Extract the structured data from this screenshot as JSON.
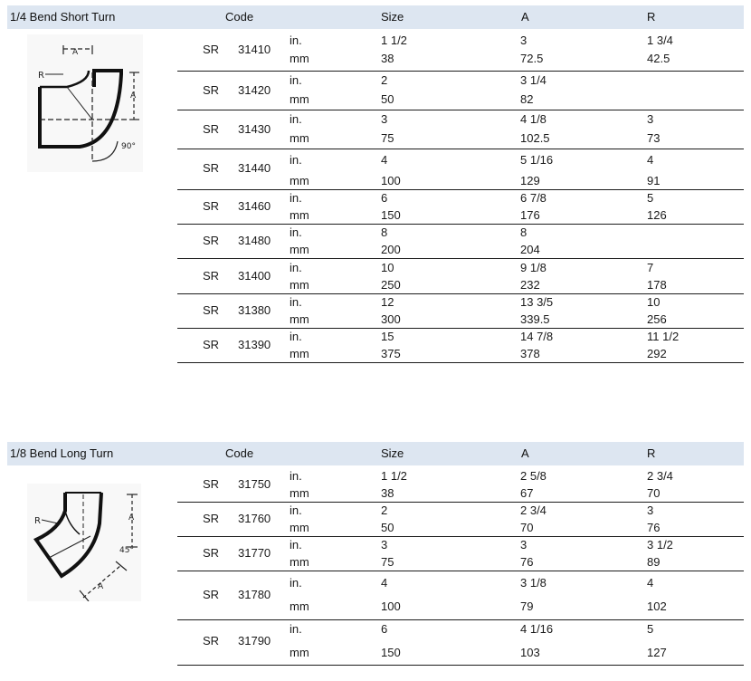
{
  "headers": {
    "code": "Code",
    "size": "Size",
    "a": "A",
    "r": "R"
  },
  "sections": [
    {
      "title": "1/4 Bend Short Turn",
      "diagram_label_r": "R",
      "diagram_label_a": "A",
      "diagram_angle": "90°",
      "rows": [
        {
          "prefix": "SR",
          "code": "31410",
          "in_unit": "in.",
          "mm_unit": "mm",
          "size_in": "1 1/2",
          "size_mm": "38",
          "a_in": "3",
          "a_mm": "72.5",
          "r_in": "1 3/4",
          "r_mm": "42.5"
        },
        {
          "prefix": "SR",
          "code": "31420",
          "in_unit": "in.",
          "mm_unit": "mm",
          "size_in": "2",
          "size_mm": "50",
          "a_in": "3 1/4",
          "a_mm": "82",
          "r_in": "",
          "r_mm": ""
        },
        {
          "prefix": "SR",
          "code": "31430",
          "in_unit": "in.",
          "mm_unit": "mm",
          "size_in": "3",
          "size_mm": "75",
          "a_in": "4 1/8",
          "a_mm": "102.5",
          "r_in": "3",
          "r_mm": "73"
        },
        {
          "prefix": "SR",
          "code": "31440",
          "in_unit": "in.",
          "mm_unit": "mm",
          "size_in": "4",
          "size_mm": "100",
          "a_in": "5  1/16",
          "a_mm": "129",
          "r_in": "4",
          "r_mm": "91"
        },
        {
          "prefix": "SR",
          "code": "31460",
          "in_unit": "in.",
          "mm_unit": "mm",
          "size_in": "6",
          "size_mm": "150",
          "a_in": "6 7/8",
          "a_mm": "176",
          "r_in": "5",
          "r_mm": "126"
        },
        {
          "prefix": "SR",
          "code": "31480",
          "in_unit": "in.",
          "mm_unit": "mm",
          "size_in": "8",
          "size_mm": "200",
          "a_in": "8",
          "a_mm": "204",
          "r_in": "",
          "r_mm": ""
        },
        {
          "prefix": "SR",
          "code": "31400",
          "in_unit": "in.",
          "mm_unit": "mm",
          "size_in": "10",
          "size_mm": "250",
          "a_in": "9 1/8",
          "a_mm": "232",
          "r_in": "7",
          "r_mm": "178"
        },
        {
          "prefix": "SR",
          "code": "31380",
          "in_unit": "in.",
          "mm_unit": "mm",
          "size_in": "12",
          "size_mm": "300",
          "a_in": "13 3/5",
          "a_mm": "339.5",
          "r_in": "10",
          "r_mm": "256"
        },
        {
          "prefix": "SR",
          "code": "31390",
          "in_unit": "in.",
          "mm_unit": "mm",
          "size_in": "15",
          "size_mm": "375",
          "a_in": "14 7/8",
          "a_mm": "378",
          "r_in": "11 1/2",
          "r_mm": "292"
        }
      ]
    },
    {
      "title": "1/8 Bend Long Turn",
      "diagram_label_r": "R",
      "diagram_label_a": "A",
      "diagram_angle": "45°",
      "rows": [
        {
          "prefix": "SR",
          "code": "31750",
          "in_unit": "in.",
          "mm_unit": "mm",
          "size_in": "1 1/2",
          "size_mm": "38",
          "a_in": "2  5/8",
          "a_mm": "67",
          "r_in": "2  3/4",
          "r_mm": "70"
        },
        {
          "prefix": "SR",
          "code": "31760",
          "in_unit": "in.",
          "mm_unit": "mm",
          "size_in": "2",
          "size_mm": "50",
          "a_in": "2  3/4",
          "a_mm": "70",
          "r_in": "3",
          "r_mm": "76"
        },
        {
          "prefix": "SR",
          "code": "31770",
          "in_unit": "in.",
          "mm_unit": "mm",
          "size_in": "3",
          "size_mm": "75",
          "a_in": "3",
          "a_mm": "76",
          "r_in": "3  1/2",
          "r_mm": "89"
        },
        {
          "prefix": "SR",
          "code": "31780",
          "in_unit": "in.",
          "mm_unit": "mm",
          "size_in": "4",
          "size_mm": "100",
          "a_in": "3  1/8",
          "a_mm": "79",
          "r_in": "4",
          "r_mm": "102"
        },
        {
          "prefix": "SR",
          "code": "31790",
          "in_unit": "in.",
          "mm_unit": "mm",
          "size_in": "6",
          "size_mm": "150",
          "a_in": "4  1/16",
          "a_mm": "103",
          "r_in": "5",
          "r_mm": "127"
        }
      ]
    }
  ]
}
